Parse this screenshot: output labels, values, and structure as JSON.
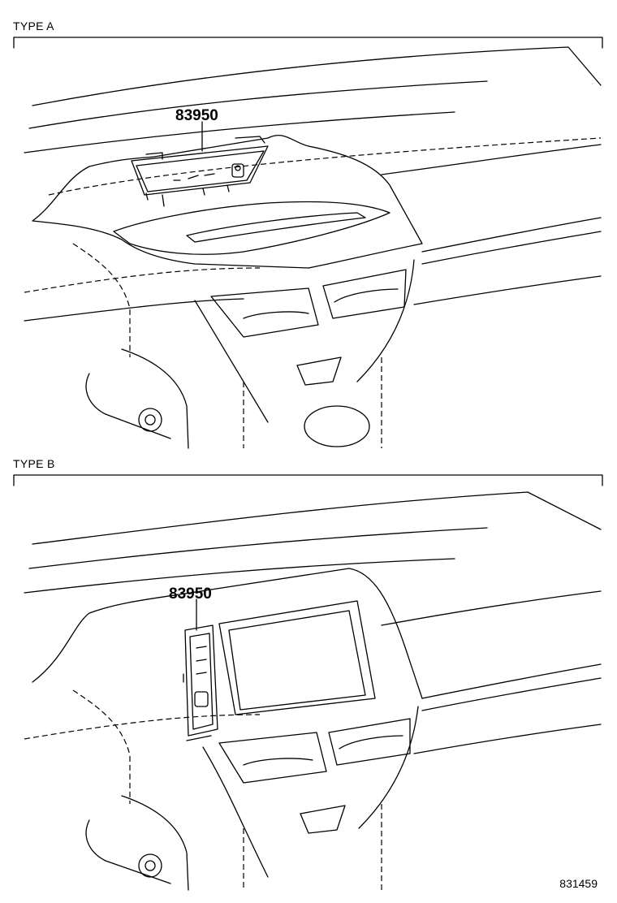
{
  "type_a": {
    "label": "TYPE A",
    "part_number": "83950"
  },
  "type_b": {
    "label": "TYPE B",
    "part_number": "83950"
  },
  "figure_number": "831459"
}
